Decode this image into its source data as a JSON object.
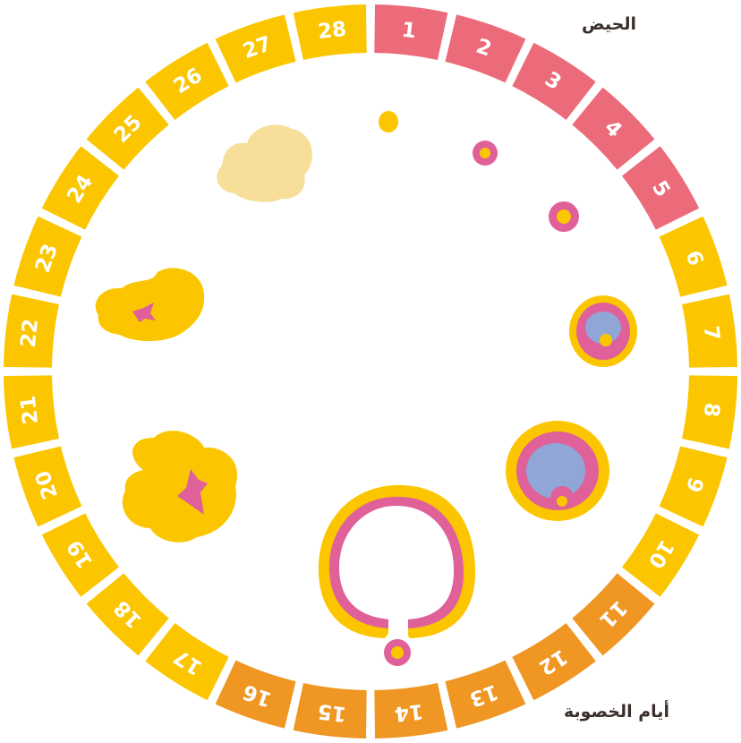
{
  "labels": {
    "menstruation": "الحيض",
    "fertile_days": "أيام الخصوبة"
  },
  "days": [
    {
      "day": 1,
      "label": "1",
      "phase": "menstruation"
    },
    {
      "day": 2,
      "label": "2",
      "phase": "menstruation"
    },
    {
      "day": 3,
      "label": "3",
      "phase": "menstruation"
    },
    {
      "day": 4,
      "label": "4",
      "phase": "menstruation"
    },
    {
      "day": 5,
      "label": "5",
      "phase": "menstruation"
    },
    {
      "day": 6,
      "label": "6",
      "phase": "regular"
    },
    {
      "day": 7,
      "label": "7",
      "phase": "regular"
    },
    {
      "day": 8,
      "label": "8",
      "phase": "regular"
    },
    {
      "day": 9,
      "label": "9",
      "phase": "regular"
    },
    {
      "day": 10,
      "label": "10",
      "phase": "regular"
    },
    {
      "day": 11,
      "label": "11",
      "phase": "fertile"
    },
    {
      "day": 12,
      "label": "12",
      "phase": "fertile"
    },
    {
      "day": 13,
      "label": "13",
      "phase": "fertile"
    },
    {
      "day": 14,
      "label": "14",
      "phase": "fertile"
    },
    {
      "day": 15,
      "label": "15",
      "phase": "fertile"
    },
    {
      "day": 16,
      "label": "16",
      "phase": "fertile"
    },
    {
      "day": 17,
      "label": "17",
      "phase": "regular"
    },
    {
      "day": 18,
      "label": "18",
      "phase": "regular"
    },
    {
      "day": 19,
      "label": "19",
      "phase": "regular"
    },
    {
      "day": 20,
      "label": "20",
      "phase": "regular"
    },
    {
      "day": 21,
      "label": "21",
      "phase": "regular"
    },
    {
      "day": 22,
      "label": "22",
      "phase": "regular"
    },
    {
      "day": 23,
      "label": "23",
      "phase": "regular"
    },
    {
      "day": 24,
      "label": "24",
      "phase": "regular"
    },
    {
      "day": 25,
      "label": "25",
      "phase": "regular"
    },
    {
      "day": 26,
      "label": "26",
      "phase": "regular"
    },
    {
      "day": 27,
      "label": "27",
      "phase": "regular"
    },
    {
      "day": 28,
      "label": "28",
      "phase": "regular"
    }
  ],
  "colors": {
    "menstruation": "#ec6b7a",
    "fertile": "#ef9623",
    "regular": "#fbc600",
    "follicle_pink": "#e0609a",
    "follicle_blue": "#8fa6d6",
    "follicle_yellow": "#fbc600",
    "corpus_albicans": "#f7df9a"
  }
}
